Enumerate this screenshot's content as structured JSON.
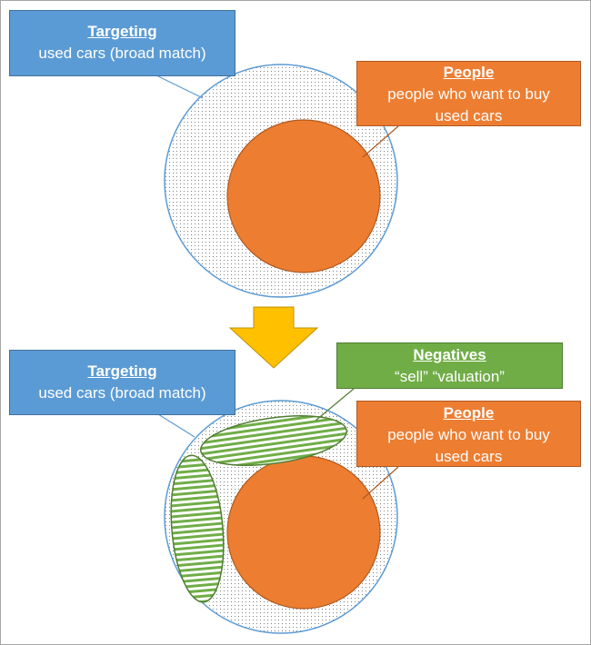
{
  "diagram": {
    "top": {
      "targeting": {
        "heading": "Targeting",
        "text": "used cars (broad match)"
      },
      "people": {
        "heading": "People",
        "line1": "people who want to buy",
        "line2": "used cars"
      }
    },
    "bottom": {
      "negatives": {
        "heading": "Negatives",
        "text": "“sell” “valuation”"
      },
      "targeting": {
        "heading": "Targeting",
        "text": "used cars (broad match)"
      },
      "people": {
        "heading": "People",
        "line1": "people who want to buy",
        "line2": "used cars"
      }
    }
  },
  "colors": {
    "targeting_fill": "#5b9bd5",
    "people_fill": "#ed7d31",
    "negatives_fill": "#70ad47",
    "arrow_fill": "#ffc000",
    "circle_outline": "#5b9bd5"
  },
  "icons": {
    "transition": "down-arrow-icon"
  }
}
